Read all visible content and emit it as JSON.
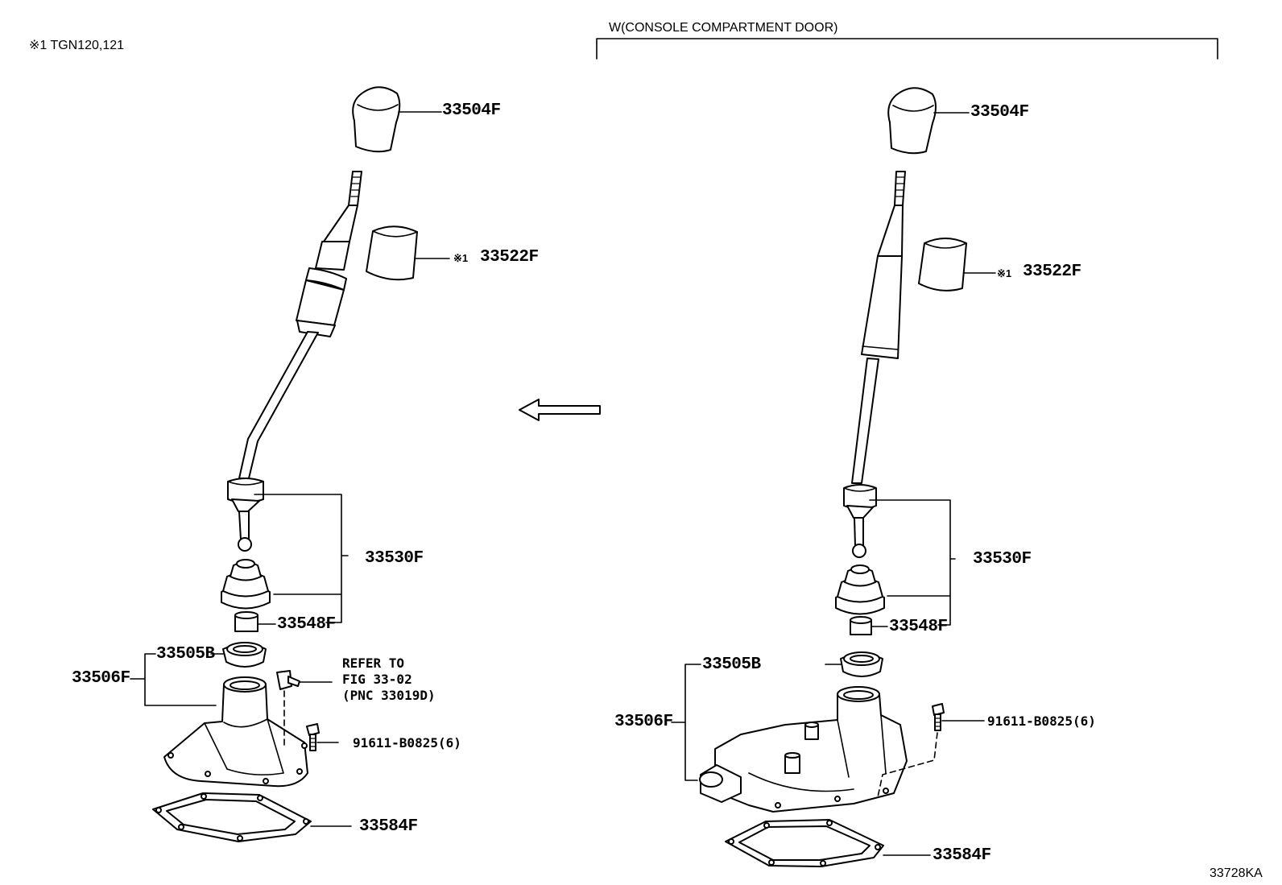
{
  "header": {
    "note": "※1 TGN120,121",
    "variant_label": "W(CONSOLE COMPARTMENT DOOR)"
  },
  "left_assembly": {
    "knob": "33504F",
    "boot_cover_prefix": "※1",
    "boot_cover": "33522F",
    "lever_sub_assy": "33530F",
    "bushing": "33548F",
    "seat": "33505B",
    "retainer": "33506F",
    "reference": [
      "REFER TO",
      "FIG 33-02",
      "(PNC 33019D)"
    ],
    "bolt": "91611-B0825(6)",
    "gasket": "33584F"
  },
  "right_assembly": {
    "knob": "33504F",
    "boot_cover_prefix": "※1",
    "boot_cover": "33522F",
    "lever_sub_assy": "33530F",
    "bushing": "33548F",
    "seat": "33505B",
    "retainer": "33506F",
    "bolt": "91611-B0825(6)",
    "gasket": "33584F"
  },
  "figure_code": "33728KA"
}
